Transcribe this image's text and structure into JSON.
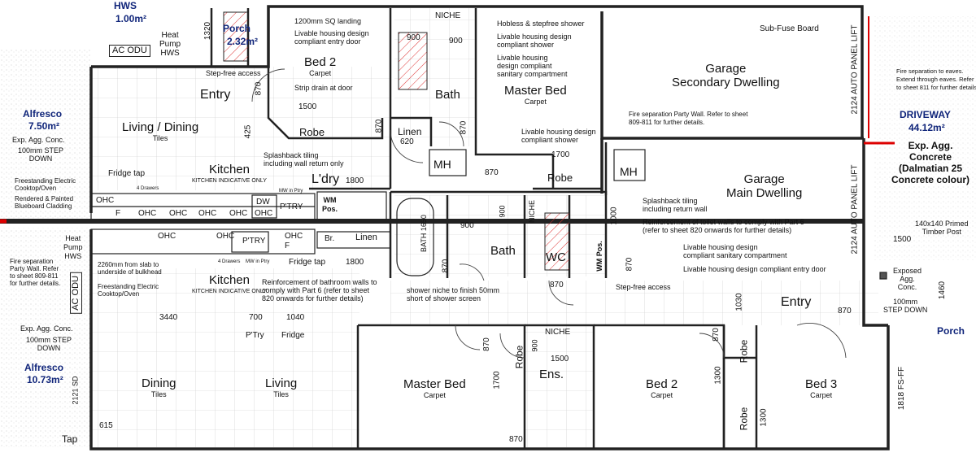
{
  "top": {
    "hws": "HWS",
    "hws_area": "1.00m²",
    "porch": "Porch",
    "porch_area": "2.32m²",
    "ac_odu": "AC ODU",
    "heat_pump": "Heat\nPump\nHWS",
    "landing": "1200mm SQ landing",
    "entry_door": "Livable housing design\ncompliant entry door",
    "step_free": "Step-free access",
    "strip_drain": "Strip drain at door",
    "niche": "NICHE",
    "hobless": "Hobless & stepfree shower",
    "lhd_shower": "Livable housing design\ncompliant shower",
    "lhd_sanitary": "Livable housing\ndesign compliant\nsanitary compartment",
    "sub_fuse": "Sub-Fuse Board",
    "fire_sep_party": "Fire separation Party Wall. Refer to sheet\n809-811 for further details.",
    "lhd_shower2": "Livable housing design\ncompliant shower",
    "fire_sep_eaves": "Fire separation to eaves.\nExtend through eaves. Refer\nto sheet 811 for further details."
  },
  "rooms": {
    "bed2_top": "Bed 2",
    "carpet": "Carpet",
    "entry_top": "Entry",
    "living_dining": "Living / Dining",
    "tiles": "Tiles",
    "kitchen_top": "Kitchen",
    "kitchen_note": "KITCHEN INDICATIVE ONLY",
    "ldry": "L'dry",
    "robe": "Robe",
    "linen": "Linen",
    "bath": "Bath",
    "master_bed_top": "Master Bed",
    "garage_secondary": "Garage\nSecondary Dwelling",
    "garage_main": "Garage\nMain Dwelling",
    "mh": "MH",
    "kitchen_bot": "Kitchen",
    "bath_bot": "Bath",
    "wc": "WC",
    "entry_bot": "Entry",
    "dining": "Dining",
    "living": "Living",
    "master_bed_bot": "Master Bed",
    "ens": "Ens.",
    "bed2_bot": "Bed 2",
    "bed3": "Bed 3"
  },
  "left": {
    "alfresco": "Alfresco",
    "alfresco_area": "7.50m²",
    "exp_agg": "Exp. Agg. Conc.",
    "step_down": "100mm STEP\nDOWN",
    "freestanding": "Freestanding Electric\nCooktop/Oven",
    "rendered": "Rendered & Painted\nBlueboard Cladding",
    "fire_sep_left": "Fire separation\nParty Wall. Refer\nto sheet 809-811\nfor further details.",
    "ac_odu": "AC ODU",
    "alfresco2": "Alfresco",
    "alfresco2_area": "10.73m²",
    "exp_agg2": "Exp. Agg. Conc.",
    "step_down2": "100mm STEP\nDOWN",
    "tap": "Tap",
    "heat_pump2": "Heat\nPump\nHWS"
  },
  "kitchen": {
    "fridge_tap": "Fridge tap",
    "ohc": "OHC",
    "dw": "DW",
    "pantry": "P'TRY",
    "f": "F",
    "four_drawers": "4 Drawers",
    "mw_ptry": "MW in Ptry",
    "wm": "WM\nPos.",
    "slab": "2260mm from slab to\nunderside of bulkhead",
    "freestanding2": "Freestanding Electric\nCooktop/Oven",
    "br": "Br.",
    "linen": "Linen",
    "fridge_tap2": "Fridge tap",
    "ptry_lbl": "P'Try",
    "fridge_lbl": "Fridge"
  },
  "notes": {
    "splashback": "Splashback tiling\nincluding wall return only",
    "splashback2": "Splashback tiling\nincluding return wall",
    "reinforcement_toilet": "Reinforcement of toilet walls to comply with Part 6\n(refer to sheet 820 onwards for further details)",
    "lhd_sanitary2": "Livable housing design\ncompliant sanitary compartment",
    "lhd_entry2": "Livable housing design compliant entry door",
    "reinforcement_bath": "Reinforcement of bathroom walls to\ncomply with Part 6 (refer to sheet\n820 onwards for further details)",
    "shower_niche": "shower niche to finish 50mm\nshort of shower screen",
    "step_free2": "Step-free access",
    "auto_panel": "2124 AUTO PANEL LIFT",
    "auto_panel2": "2124 AUTO PANEL LIFT",
    "fs_ff": "1818 FS-FF",
    "sd": "2121 SD"
  },
  "right": {
    "driveway": "DRIVEWAY",
    "driveway_area": "44.12m²",
    "exp_agg": "Exp. Agg.\nConcrete\n(Dalmatian 25\nConcrete colour)",
    "post": "140x140 Primed\nTimber Post",
    "exposed": "Exposed\nAgg.\nConc.",
    "step_down": "100mm\nSTEP DOWN",
    "porch": "Porch"
  },
  "dims": {
    "d1320": "1320",
    "d870a": "870",
    "d1500a": "1500",
    "d425": "425",
    "d870b": "870",
    "d620": "620",
    "d870c": "870",
    "d900a": "900",
    "d900b": "900",
    "d1700a": "1700",
    "d870d": "870",
    "d1800a": "1800",
    "d1650": "1650",
    "d900c": "900",
    "d870e": "870",
    "d900d": "900",
    "d1000": "1000",
    "d1800b": "1800",
    "d870f": "870",
    "d870g": "870",
    "d1500b": "1500",
    "d1460": "1460",
    "d3440": "3440",
    "d700": "700",
    "d1040": "1040",
    "d1030": "1030",
    "d870h": "870",
    "d615": "615",
    "d870i": "870",
    "d1700b": "1700",
    "d900e": "900",
    "d1500c": "1500",
    "d870j": "870",
    "d870k": "870",
    "d1300a": "1300",
    "d1300b": "1300",
    "d870l": "870",
    "d870m": "870"
  }
}
